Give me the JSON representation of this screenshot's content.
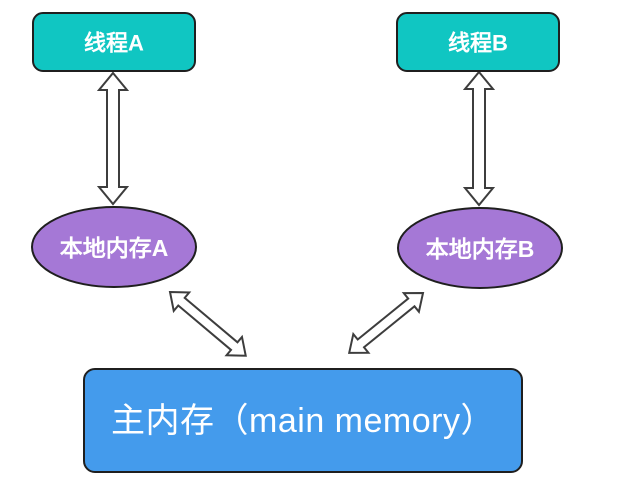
{
  "nodes": {
    "thread_a": {
      "label": "线程A",
      "shape": "rounded-rect",
      "fill": "#10C6C2",
      "text_color": "#FFFFFF"
    },
    "thread_b": {
      "label": "线程B",
      "shape": "rounded-rect",
      "fill": "#10C6C2",
      "text_color": "#FFFFFF"
    },
    "local_memory_a": {
      "label": "本地内存A",
      "shape": "ellipse",
      "fill": "#A578D6",
      "text_color": "#FFFFFF"
    },
    "local_memory_b": {
      "label": "本地内存B",
      "shape": "ellipse",
      "fill": "#A578D6",
      "text_color": "#FFFFFF"
    },
    "main_memory": {
      "label": "主内存（main memory）",
      "shape": "rounded-rect",
      "fill": "#449BEC",
      "text_color": "#FFFFFF"
    }
  },
  "arrows": [
    {
      "name": "thread-a-local-memory-a",
      "type": "double-headed",
      "style": "hollow-outline"
    },
    {
      "name": "thread-b-local-memory-b",
      "type": "double-headed",
      "style": "hollow-outline"
    },
    {
      "name": "local-memory-a-main-memory",
      "type": "double-headed",
      "style": "hollow-outline"
    },
    {
      "name": "local-memory-b-main-memory",
      "type": "double-headed",
      "style": "hollow-outline"
    }
  ],
  "colors": {
    "background": "#FFFFFF",
    "node_border": "#1F1F1F",
    "arrow_outline": "#3D3D3D",
    "arrow_fill": "#FFFFFF"
  }
}
